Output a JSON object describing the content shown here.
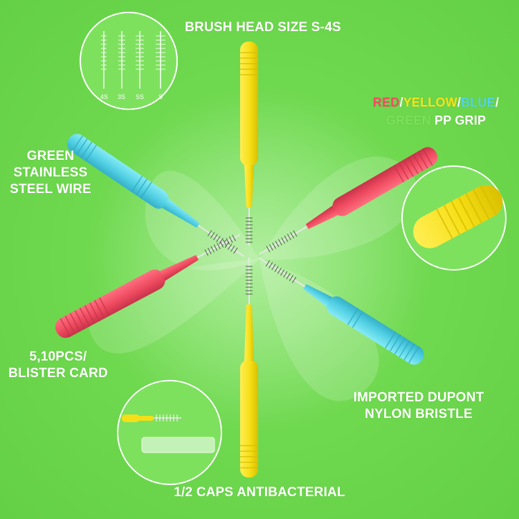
{
  "labels": {
    "brush_head_size": "BRUSH HEAD SIZE S-4S",
    "wire_line1": "GREEN",
    "wire_line2": "STAINLESS",
    "wire_line3": "STEEL WIRE",
    "blister_line1": "5,10PCS/",
    "blister_line2": "BLISTER CARD",
    "nylon_line1": "IMPORTED DUPONT",
    "nylon_line2": "NYLON BRISTLE",
    "caps": "1/2 CAPS ANTIBACTERIAL",
    "grip_red": "RED",
    "grip_sep1": "/",
    "grip_yellow": "YELLOW",
    "grip_sep2": "/",
    "grip_blue": "BLUE",
    "grip_sep3": "/",
    "grip_green": "GREEN",
    "grip_rest": " PP GRIP"
  },
  "size_tags": [
    "4S",
    "3S",
    "SS",
    "S"
  ],
  "colors": {
    "background": "#6fd94f",
    "red": "#f04d61",
    "yellow": "#f7e21a",
    "blue": "#54d3e6",
    "green": "#7be05a"
  }
}
